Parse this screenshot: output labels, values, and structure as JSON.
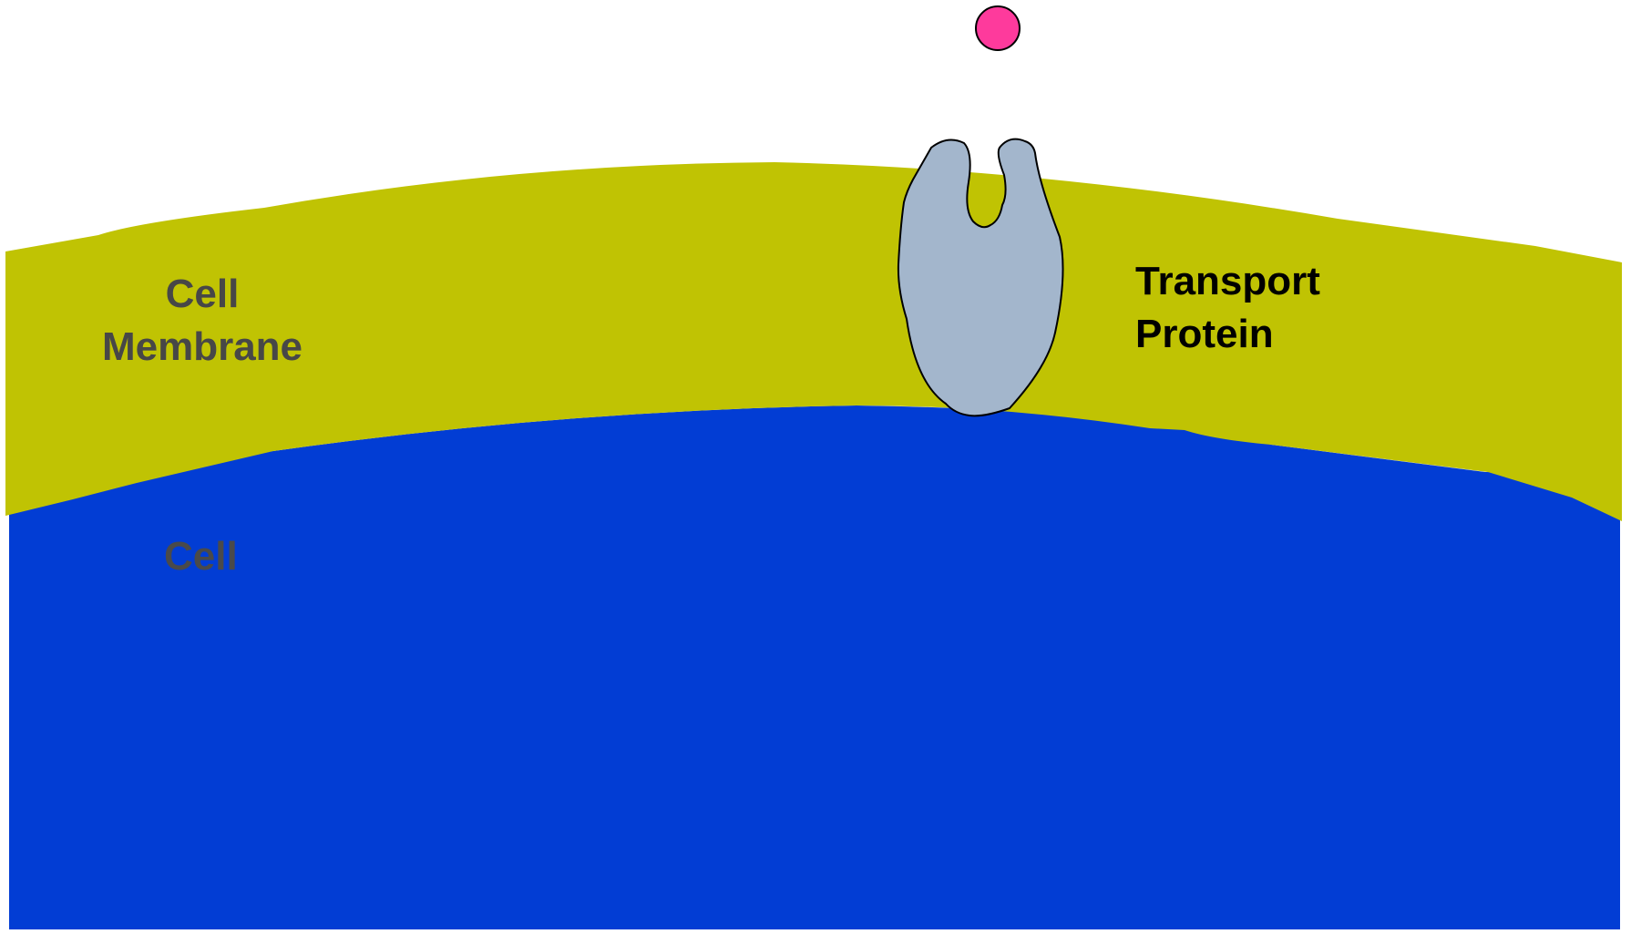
{
  "labels": {
    "cell_membrane": {
      "line1": "Cell",
      "line2": "Membrane"
    },
    "transport_protein": {
      "line1": "Transport",
      "line2": "Protein"
    },
    "cell": "Cell"
  },
  "colors": {
    "background": "#ffffff",
    "membrane": "#c0c303",
    "cell_interior": "#023dd4",
    "protein": "#a3b6cc",
    "molecule": "#fe3a9c",
    "outline": "#000000",
    "membrane_label": "#474747",
    "protein_label": "#000000",
    "cell_label": "#4a4a4a"
  }
}
